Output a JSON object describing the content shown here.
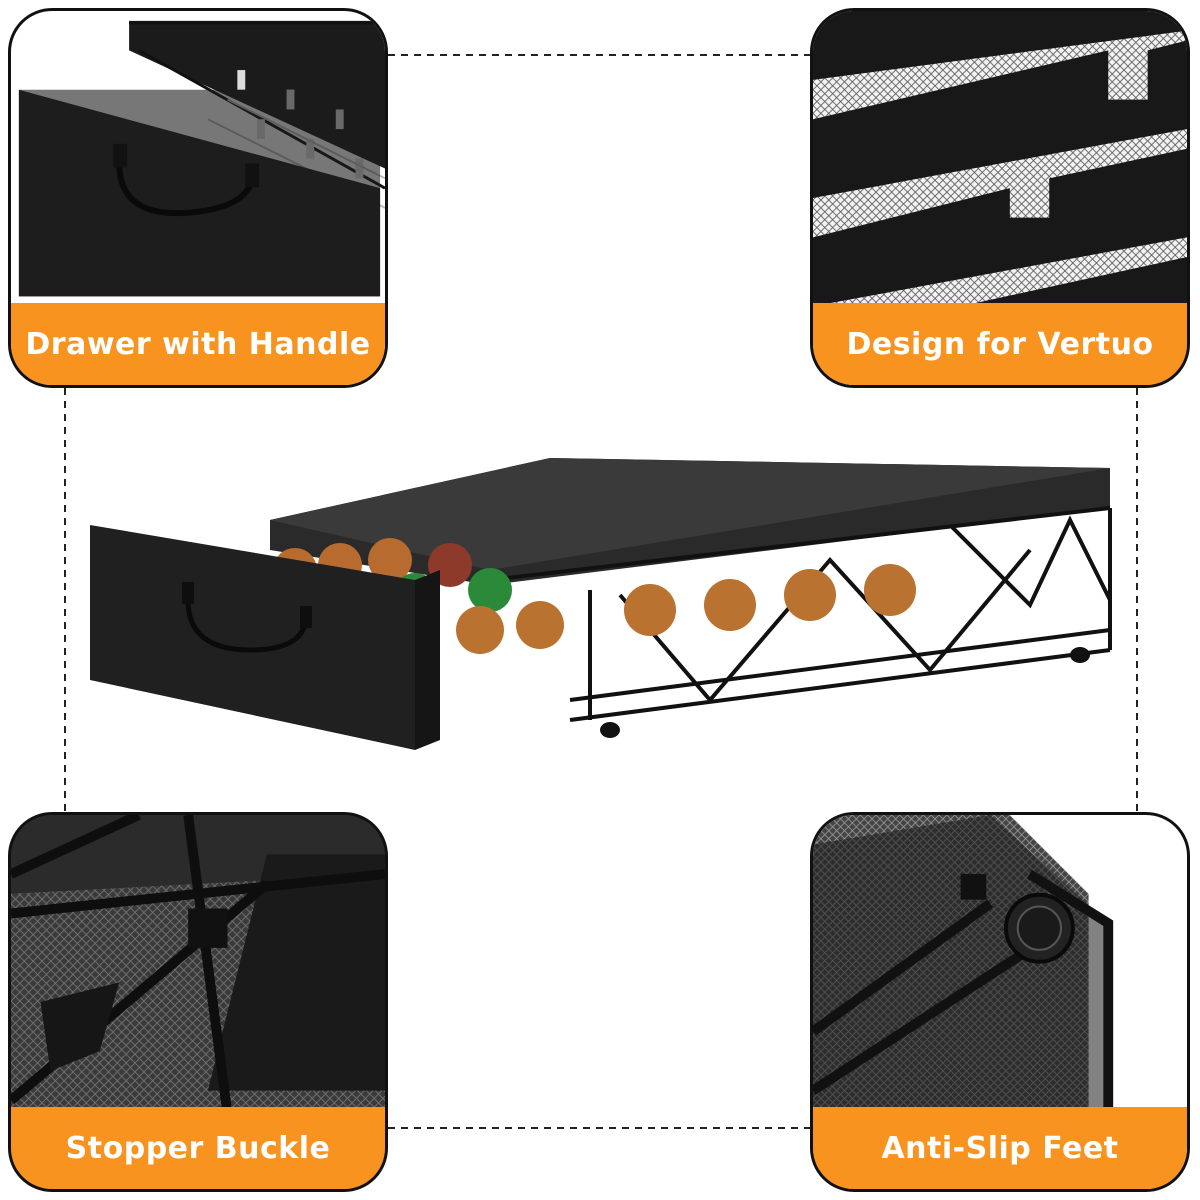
{
  "features": {
    "drawer_label": "Drawer with Handle",
    "vertuo_label": "Design for Vertuo",
    "stopper_label": "Stopper Buckle",
    "feet_label": "Anti-Slip Feet"
  },
  "colors": {
    "accent": "#f7931e",
    "frame": "#111111",
    "metal": "#1e1e1e"
  }
}
